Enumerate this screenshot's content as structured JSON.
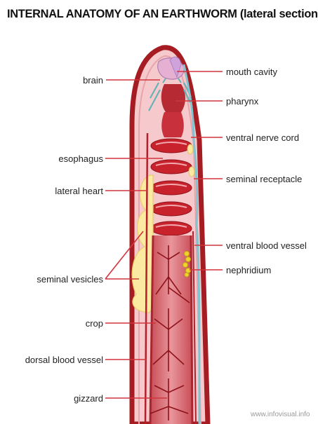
{
  "title": "INTERNAL ANATOMY OF AN EARTHWORM (lateral section)",
  "labels_left": {
    "brain": "brain",
    "esophagus": "esophagus",
    "lateral_heart": "lateral heart",
    "seminal_vesicles": "seminal vesicles",
    "crop": "crop",
    "dorsal_blood_vessel": "dorsal blood vessel",
    "gizzard": "gizzard"
  },
  "labels_right": {
    "mouth_cavity": "mouth cavity",
    "pharynx": "pharynx",
    "ventral_nerve_cord": "ventral nerve cord",
    "seminal_receptacle": "seminal receptacle",
    "ventral_blood_vessel": "ventral blood vessel",
    "nephridium": "nephridium"
  },
  "credit": "www.infovisual.info",
  "colors": {
    "body_outline": "#a51d22",
    "body_fill": "#f6c9cc",
    "organ_red": "#c8232d",
    "gut_pink": "#d9737a",
    "seminal_yellow": "#fbeaa2",
    "nerve_blue": "#7fc4cf",
    "leader_line": "#d2343c"
  }
}
